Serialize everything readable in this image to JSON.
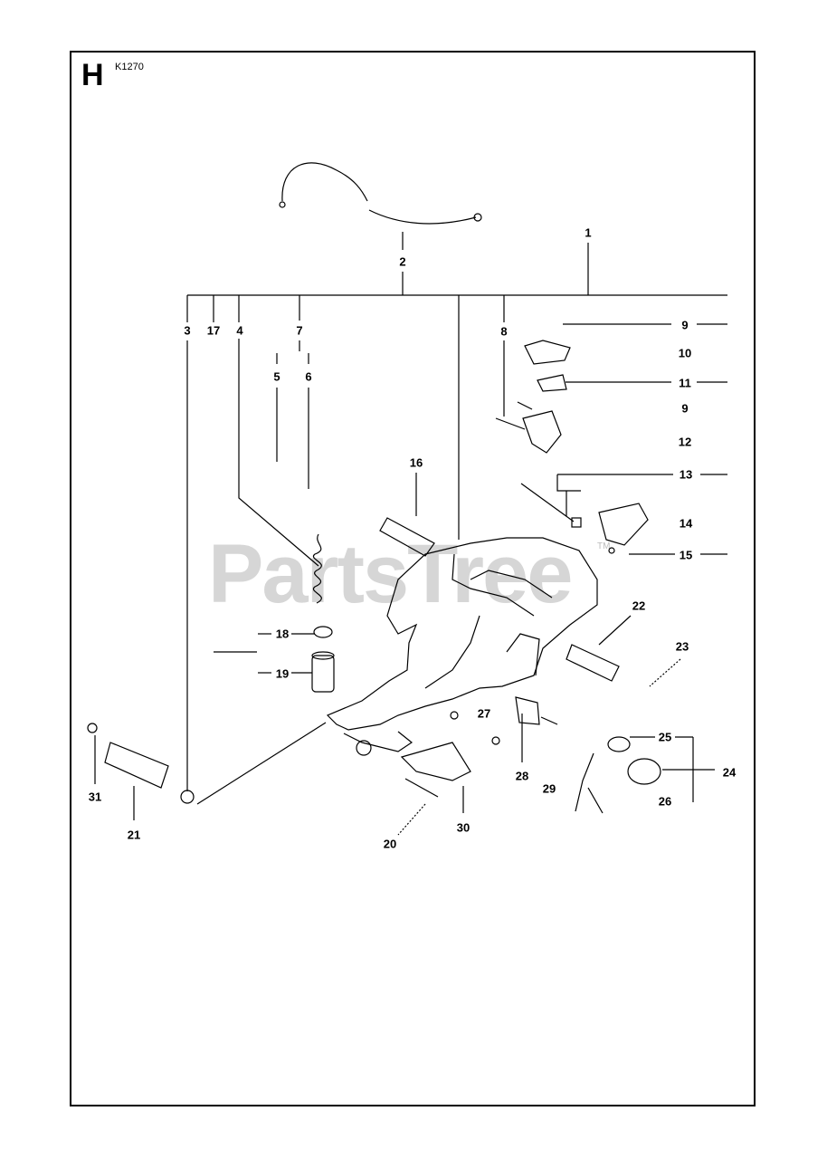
{
  "header": {
    "section": "H",
    "model": "K1270"
  },
  "watermark": {
    "text": "PartsTree",
    "tm": "TM"
  },
  "callouts": [
    {
      "id": "c1",
      "text": "1"
    },
    {
      "id": "c2",
      "text": "2"
    },
    {
      "id": "c3",
      "text": "3"
    },
    {
      "id": "c17",
      "text": "17"
    },
    {
      "id": "c4",
      "text": "4"
    },
    {
      "id": "c7",
      "text": "7"
    },
    {
      "id": "c5",
      "text": "5"
    },
    {
      "id": "c6",
      "text": "6"
    },
    {
      "id": "c8",
      "text": "8"
    },
    {
      "id": "c9a",
      "text": "9"
    },
    {
      "id": "c10",
      "text": "10"
    },
    {
      "id": "c11",
      "text": "11"
    },
    {
      "id": "c9b",
      "text": "9"
    },
    {
      "id": "c12",
      "text": "12"
    },
    {
      "id": "c13",
      "text": "13"
    },
    {
      "id": "c14",
      "text": "14"
    },
    {
      "id": "c15",
      "text": "15"
    },
    {
      "id": "c16",
      "text": "16"
    },
    {
      "id": "c22",
      "text": "22"
    },
    {
      "id": "c23",
      "text": "23"
    },
    {
      "id": "c18",
      "text": "18"
    },
    {
      "id": "c19",
      "text": "19"
    },
    {
      "id": "c27",
      "text": "27"
    },
    {
      "id": "c25",
      "text": "25"
    },
    {
      "id": "c24",
      "text": "24"
    },
    {
      "id": "c26",
      "text": "26"
    },
    {
      "id": "c28",
      "text": "28"
    },
    {
      "id": "c29",
      "text": "29"
    },
    {
      "id": "c31",
      "text": "31"
    },
    {
      "id": "c21",
      "text": "21"
    },
    {
      "id": "c30",
      "text": "30"
    },
    {
      "id": "c20",
      "text": "20"
    }
  ]
}
